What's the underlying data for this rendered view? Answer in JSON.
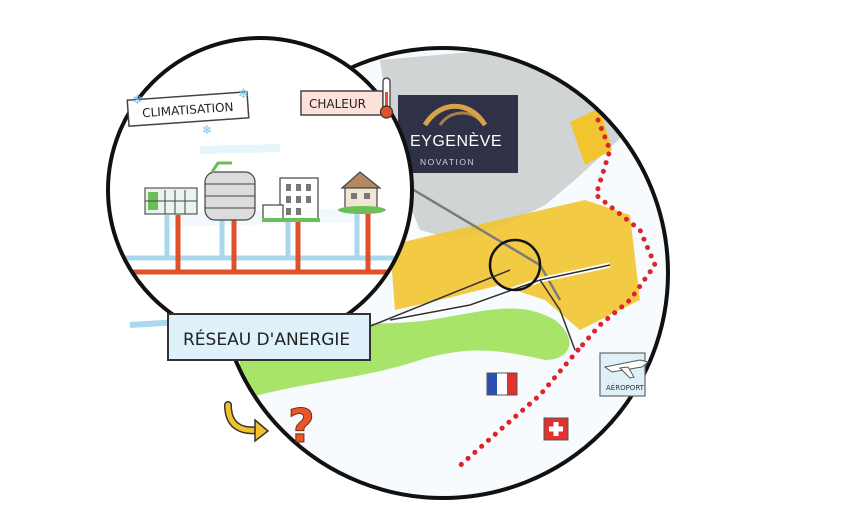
{
  "labels": {
    "cooling": "CLIMATISATION",
    "heat": "CHALEUR",
    "network": "RÉSEAU D'ANERGIE",
    "logo_main": "EYGENÈVE",
    "logo_sub": "NOVATION",
    "airport": "AÉROPORT",
    "question": "?"
  },
  "colors": {
    "cold_pipe": "#a9d8ee",
    "hot_pipe": "#e0502a",
    "zone_yellow": "#f2c430",
    "zone_green": "#9ee05a",
    "border_red": "#d9262d",
    "logo_bg": "#2f3147",
    "logo_arc": "#d7a24a",
    "arrow_yellow": "#f3c12c",
    "question_orange": "#e8572a"
  },
  "icons": [
    "snowflake-icon",
    "thermometer-icon",
    "france-flag-icon",
    "swiss-flag-icon",
    "airplane-icon",
    "curved-arrow-icon"
  ]
}
